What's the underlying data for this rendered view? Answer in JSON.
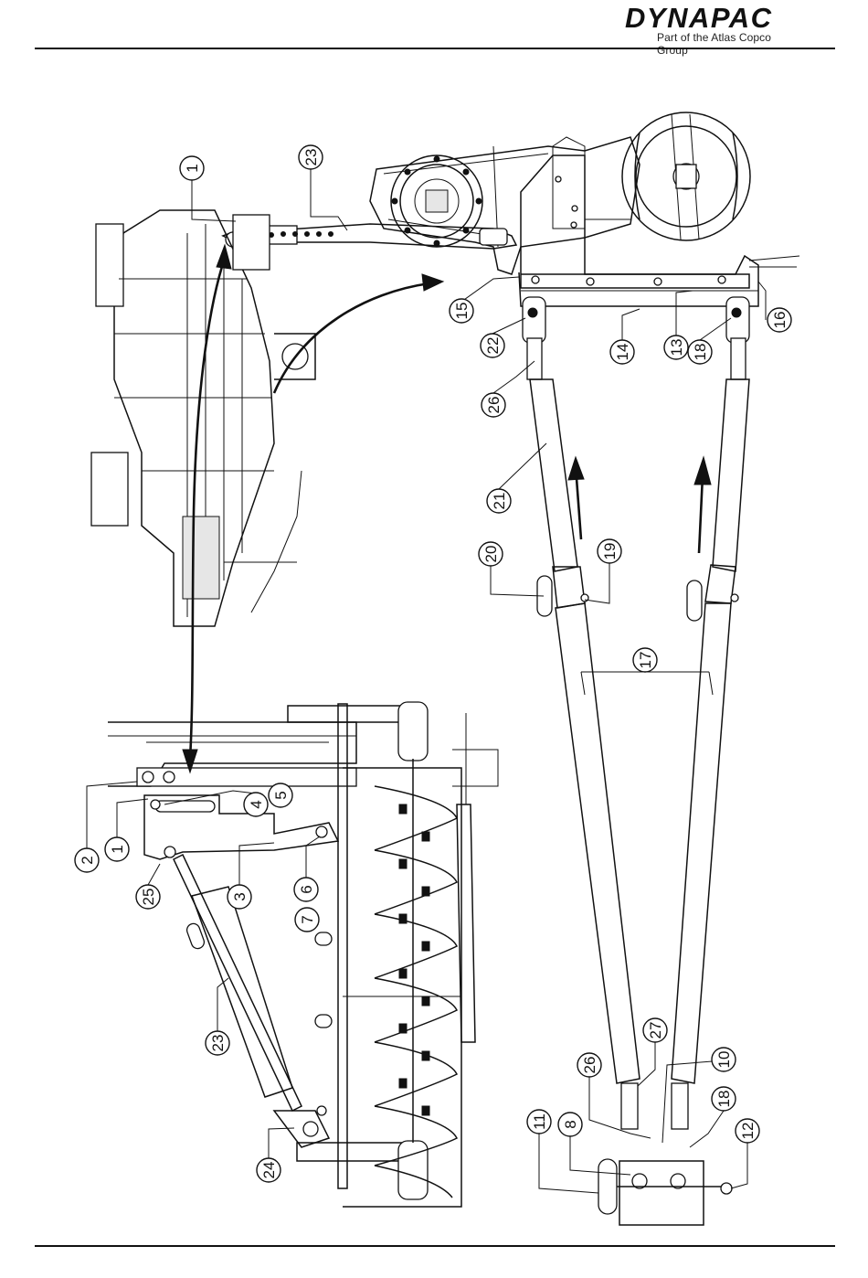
{
  "header": {
    "brand": "DYNAPAC",
    "tagline": "Part of the Atlas Copco Group"
  },
  "callouts": [
    {
      "id": "c1-top",
      "label": "1"
    },
    {
      "id": "c23-top",
      "label": "23"
    },
    {
      "id": "c15",
      "label": "15"
    },
    {
      "id": "c22",
      "label": "22"
    },
    {
      "id": "c26-top",
      "label": "26"
    },
    {
      "id": "c21",
      "label": "21"
    },
    {
      "id": "c20",
      "label": "20"
    },
    {
      "id": "c19",
      "label": "19"
    },
    {
      "id": "c14",
      "label": "14"
    },
    {
      "id": "c13",
      "label": "13"
    },
    {
      "id": "c18-top",
      "label": "18"
    },
    {
      "id": "c16",
      "label": "16"
    },
    {
      "id": "c17",
      "label": "17"
    },
    {
      "id": "c4",
      "label": "4"
    },
    {
      "id": "c5",
      "label": "5"
    },
    {
      "id": "c2",
      "label": "2"
    },
    {
      "id": "c1-mid",
      "label": "1"
    },
    {
      "id": "c25",
      "label": "25"
    },
    {
      "id": "c3",
      "label": "3"
    },
    {
      "id": "c6",
      "label": "6"
    },
    {
      "id": "c7",
      "label": "7"
    },
    {
      "id": "c23-bottom",
      "label": "23"
    },
    {
      "id": "c24",
      "label": "24"
    },
    {
      "id": "c27",
      "label": "27"
    },
    {
      "id": "c26-bottom",
      "label": "26"
    },
    {
      "id": "c10",
      "label": "10"
    },
    {
      "id": "c18-bottom",
      "label": "18"
    },
    {
      "id": "c11",
      "label": "11"
    },
    {
      "id": "c8",
      "label": "8"
    },
    {
      "id": "c12",
      "label": "12"
    }
  ]
}
